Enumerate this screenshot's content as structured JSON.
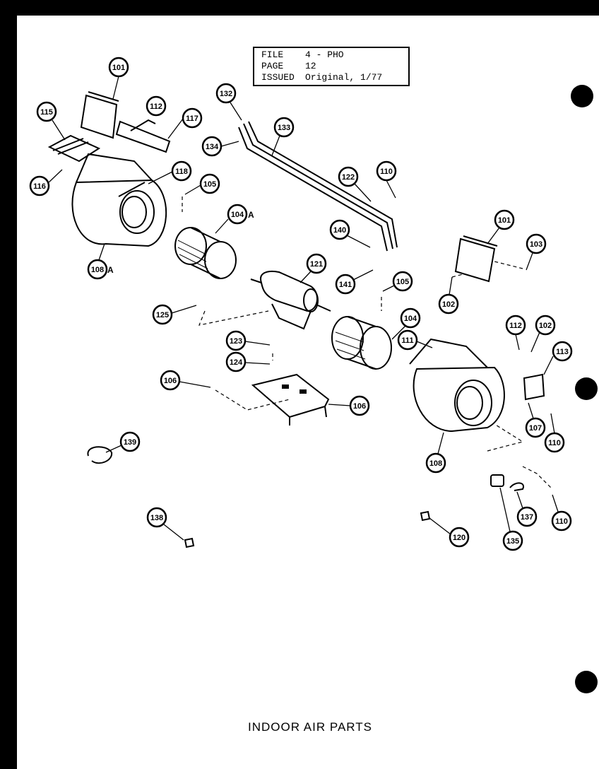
{
  "header": {
    "file_label": "FILE",
    "file_value": "4 - PHO",
    "page_label": "PAGE",
    "page_value": "12",
    "issued_label": "ISSUED",
    "issued_value": "Original, 1/77"
  },
  "caption": "INDOOR AIR PARTS",
  "callouts": {
    "c101a": "101",
    "c112": "112",
    "c117": "117",
    "c115": "115",
    "c116": "116",
    "c118": "118",
    "c108a": "108",
    "c108a_suffix": "A",
    "c105a": "105",
    "c104a": "104",
    "c104a_suffix": "A",
    "c132": "132",
    "c133": "133",
    "c134": "134",
    "c122": "122",
    "c110a": "110",
    "c140": "140",
    "c141": "141",
    "c105b": "105",
    "c121": "121",
    "c125": "125",
    "c123": "123",
    "c124": "124",
    "c106": "106",
    "c106b": "106",
    "c104b": "104",
    "c101b": "101",
    "c103": "103",
    "c102a": "102",
    "c112b": "112",
    "c102b": "102",
    "c111": "111",
    "c113": "113",
    "c107": "107",
    "c110b": "110",
    "c108": "108",
    "c139": "139",
    "c138": "138",
    "c120": "120",
    "c135": "135",
    "c137": "137",
    "c110c": "110"
  }
}
